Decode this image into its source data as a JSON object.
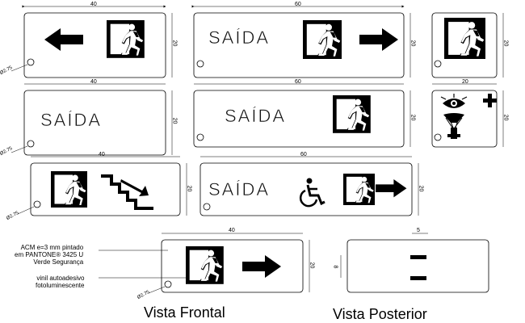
{
  "signs": {
    "s1": {
      "width_label": "40",
      "height_label": "20",
      "hole_label": "Ø2.75"
    },
    "s2": {
      "width_label": "60",
      "height_label": "20",
      "text": "SAÍDA"
    },
    "s3": {
      "height_label": "20"
    },
    "s4": {
      "width_label": "40",
      "height_label": "20",
      "hole_label": "Ø2.75",
      "text": "SAÍDA"
    },
    "s5": {
      "width_label": "60",
      "height_label": "20",
      "text": "SAÍDA"
    },
    "s6": {
      "width_label": "20",
      "height_label": "20"
    },
    "s7": {
      "width_label": "40",
      "height_label": "20",
      "hole_label": "Ø2.75"
    },
    "s8": {
      "width_label": "60",
      "height_label": "20",
      "text": "SAÍDA"
    },
    "s9": {
      "width_label": "40",
      "height_label": "20",
      "hole_label": "Ø2.75"
    },
    "s10": {
      "top_label": "5",
      "side_label": "8"
    }
  },
  "notes": {
    "material": [
      "ACM e=3 mm pintado",
      "em PANTONE® 3425 U",
      "Verde Segurança"
    ],
    "vinyl": [
      "vinil autoadesivo",
      "fotoluminescente"
    ]
  },
  "views": {
    "front": "Vista Frontal",
    "rear": "Vista Posterior"
  },
  "icons": [
    "exit-running-man-icon",
    "arrow-left-icon",
    "arrow-right-icon",
    "stairs-down-icon",
    "wheelchair-icon",
    "eye-wash-icon",
    "first-aid-cross-icon"
  ]
}
